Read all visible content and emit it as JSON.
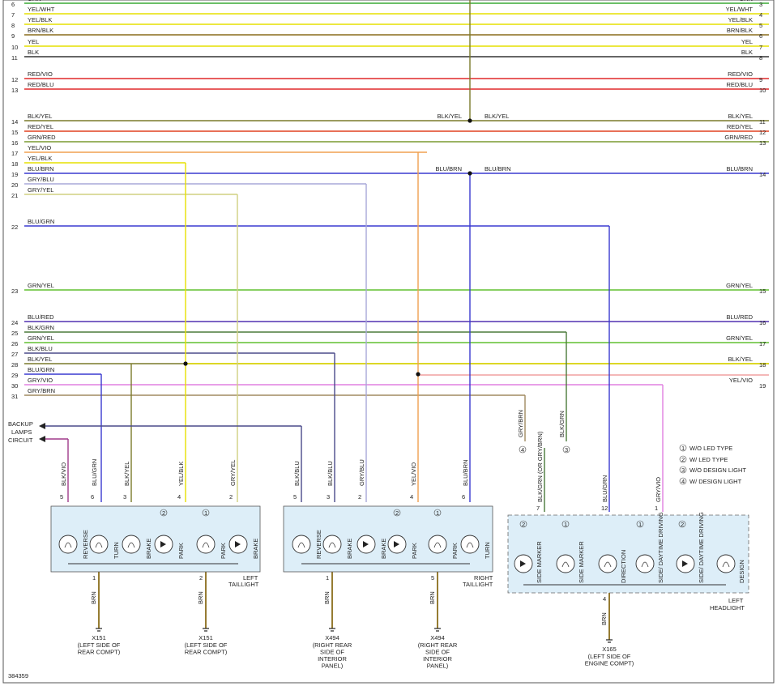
{
  "diagram_id": "384359",
  "legend": [
    {
      "mark": "1",
      "text": "W/O LED TYPE"
    },
    {
      "mark": "2",
      "text": "W/ LED TYPE"
    },
    {
      "mark": "3",
      "text": "W/O DESIGN LIGHT"
    },
    {
      "mark": "4",
      "text": "W/ DESIGN LIGHT"
    }
  ],
  "backup_circuit_label": [
    "BACKUP",
    "LAMPS",
    "CIRCUIT"
  ],
  "wires": [
    {
      "lnum": "6",
      "rnum": "3",
      "llabel": "GRN",
      "rlabel": "GRN",
      "color": "#3aaa35"
    },
    {
      "lnum": "7",
      "rnum": "4",
      "llabel": "YEL/WHT",
      "rlabel": "YEL/WHT",
      "color": "#e6e000"
    },
    {
      "lnum": "8",
      "rnum": "5",
      "llabel": "YEL/BLK",
      "rlabel": "YEL/BLK",
      "color": "#e6e000"
    },
    {
      "lnum": "9",
      "rnum": "6",
      "llabel": "BRN/BLK",
      "rlabel": "BRN/BLK",
      "color": "#8a6d1c"
    },
    {
      "lnum": "10",
      "rnum": "7",
      "llabel": "YEL",
      "rlabel": "YEL",
      "color": "#e6e000"
    },
    {
      "lnum": "11",
      "rnum": "8",
      "llabel": "BLK",
      "rlabel": "BLK",
      "color": "#333333"
    },
    {
      "lnum": "12",
      "rnum": "9",
      "llabel": "RED/VIO",
      "rlabel": "RED/VIO",
      "color": "#e0282a"
    },
    {
      "lnum": "13",
      "rnum": "10",
      "llabel": "RED/BLU",
      "rlabel": "RED/BLU",
      "color": "#e0282a"
    },
    {
      "lnum": "14",
      "rnum": "11",
      "llabel": "BLK/YEL",
      "rlabel": "BLK/YEL",
      "color": "#7a7a2a",
      "midlabels": [
        "BLK/YEL",
        "BLK/YEL"
      ]
    },
    {
      "lnum": "15",
      "rnum": "12",
      "llabel": "RED/YEL",
      "rlabel": "RED/YEL",
      "color": "#e04020"
    },
    {
      "lnum": "16",
      "rnum": "13",
      "llabel": "GRN/RED",
      "rlabel": "GRN/RED",
      "color": "#7a9a30"
    },
    {
      "lnum": "17",
      "rnum": "",
      "llabel": "YEL/VIO",
      "rlabel": "",
      "color": "#f0a050"
    },
    {
      "lnum": "18",
      "rnum": "",
      "llabel": "YEL/BLK",
      "rlabel": "",
      "color": "#e6e000"
    },
    {
      "lnum": "19",
      "rnum": "14",
      "llabel": "BLU/BRN",
      "rlabel": "BLU/BRN",
      "color": "#3a3ad0",
      "midlabels": [
        "BLU/BRN",
        "BLU/BRN"
      ]
    },
    {
      "lnum": "20",
      "rnum": "",
      "llabel": "GRY/BLU",
      "rlabel": "",
      "color": "#a8a8d8"
    },
    {
      "lnum": "21",
      "rnum": "",
      "llabel": "GRY/YEL",
      "rlabel": "",
      "color": "#d0d080"
    },
    {
      "lnum": "22",
      "rnum": "",
      "llabel": "BLU/GRN",
      "rlabel": "",
      "color": "#3a3ad0"
    },
    {
      "lnum": "23",
      "rnum": "15",
      "llabel": "GRN/YEL",
      "rlabel": "GRN/YEL",
      "color": "#60c030"
    },
    {
      "lnum": "24",
      "rnum": "16",
      "llabel": "BLU/RED",
      "rlabel": "BLU/RED",
      "color": "#5030b0"
    },
    {
      "lnum": "25",
      "rnum": "",
      "llabel": "BLK/GRN",
      "rlabel": "",
      "color": "#4a7a3a"
    },
    {
      "lnum": "26",
      "rnum": "17",
      "llabel": "GRN/YEL",
      "rlabel": "GRN/YEL",
      "color": "#60c030"
    },
    {
      "lnum": "27",
      "rnum": "",
      "llabel": "BLK/BLU",
      "rlabel": "",
      "color": "#4a4a8a"
    },
    {
      "lnum": "28",
      "rnum": "18",
      "llabel": "BLK/YEL",
      "rlabel": "BLK/YEL",
      "color": "#e6e000"
    },
    {
      "lnum": "29",
      "rnum": "",
      "llabel": "BLU/GRN",
      "rlabel": "",
      "color": "#3a3ad0"
    },
    {
      "lnum": "30",
      "rnum": "19",
      "llabel": "GRY/VIO",
      "rlabel": "YEL/VIO",
      "color": "#e080e0"
    },
    {
      "lnum": "31",
      "rnum": "",
      "llabel": "GRY/BRN",
      "rlabel": "",
      "color": "#a08a60"
    }
  ],
  "components": [
    {
      "name_lines": [
        "LEFT",
        "TAILLIGHT"
      ],
      "pins": [
        {
          "num": "5",
          "wire": "BLK/VIO"
        },
        {
          "num": "6",
          "wire": "BLU/GRN"
        },
        {
          "num": "3",
          "wire": "BLK/YEL"
        },
        {
          "num": "4",
          "wire": "YEL/BLK"
        },
        {
          "num": "2",
          "wire": "GRY/YEL"
        }
      ],
      "bulbs": [
        "REVERSE",
        "TURN",
        "BRAKE",
        "PARK",
        "PARK",
        "BRAKE"
      ],
      "variant_marks": [
        "2",
        "1"
      ],
      "grounds": [
        {
          "pin": "1",
          "wire": "BRN",
          "code": "X151",
          "desc": [
            "(LEFT SIDE OF",
            "REAR COMPT)"
          ]
        },
        {
          "pin": "2",
          "wire": "BRN",
          "code": "X151",
          "desc": [
            "(LEFT SIDE OF",
            "REAR COMPT)"
          ]
        }
      ]
    },
    {
      "name_lines": [
        "RIGHT",
        "TAILLIGHT"
      ],
      "pins": [
        {
          "num": "5",
          "wire": "BLK/BLU"
        },
        {
          "num": "3",
          "wire": "BLK/BLU"
        },
        {
          "num": "2",
          "wire": "GRY/BLU"
        },
        {
          "num": "4",
          "wire": "YEL/VIO"
        },
        {
          "num": "6",
          "wire": "BLU/BRN"
        }
      ],
      "bulbs": [
        "REVERSE",
        "BRAKE",
        "BRAKE",
        "PARK",
        "PARK",
        "TURN"
      ],
      "variant_marks": [
        "2",
        "1"
      ],
      "grounds": [
        {
          "pin": "1",
          "wire": "BRN",
          "code": "X494",
          "desc": [
            "(RIGHT REAR",
            "SIDE OF",
            "INTERIOR",
            "PANEL)"
          ]
        },
        {
          "pin": "5",
          "wire": "BRN",
          "code": "X494",
          "desc": [
            "(RIGHT REAR",
            "SIDE OF",
            "INTERIOR",
            "PANEL)"
          ]
        }
      ]
    },
    {
      "name_lines": [
        "LEFT",
        "HEADLIGHT"
      ],
      "pins": [
        {
          "num": "7",
          "wire": "BLK/GRN (OR GRY/BRN)"
        },
        {
          "num": "12",
          "wire": "BLU/GRN"
        },
        {
          "num": "1",
          "wire": "GRY/VIO"
        }
      ],
      "bulbs": [
        "SIDE MARKER",
        "SIDE MARKER",
        "DIRECTION",
        "SIDE/ DAYTIME DRIVING",
        "SIDE/ DAYTIME DRIVING",
        "DESIGN"
      ],
      "variant_marks": [
        "2",
        "1",
        "1",
        "2"
      ],
      "splice_labels": [
        "GRY/BRN",
        "BLK/GRN"
      ],
      "splice_marks": [
        "4",
        "3"
      ],
      "grounds": [
        {
          "pin": "4",
          "wire": "BRN",
          "code": "X165",
          "desc": [
            "(LEFT SIDE OF",
            "ENGINE COMPT)"
          ]
        }
      ]
    }
  ]
}
